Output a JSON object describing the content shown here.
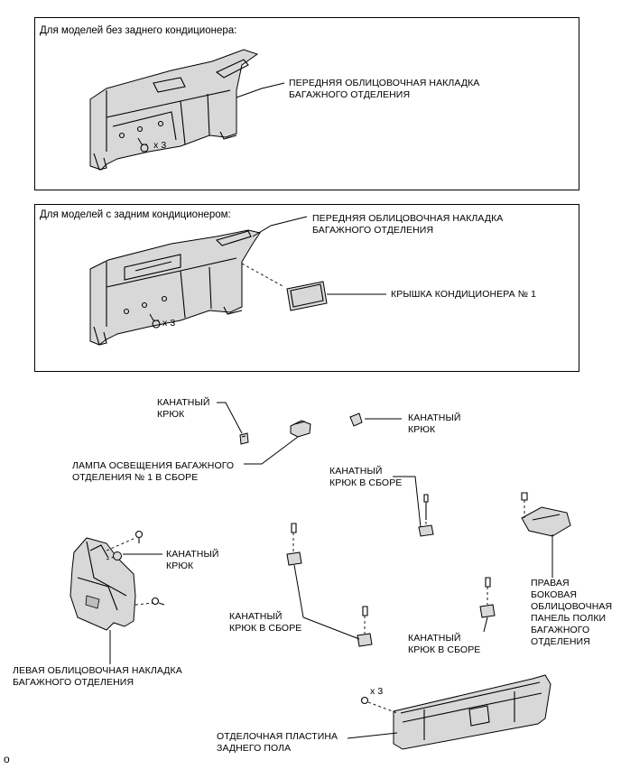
{
  "panel_top": {
    "title": "Для моделей без заднего кондиционера:",
    "label_front_line1": "ПЕРЕДНЯЯ ОБЛИЦОВОЧНАЯ НАКЛАДКА",
    "label_front_line2": "БАГАЖНОГО ОТДЕЛЕНИЯ",
    "clip_count": "x 3"
  },
  "panel_mid": {
    "title": "Для моделей с задним кондиционером:",
    "label_front_line1": "ПЕРЕДНЯЯ ОБЛИЦОВОЧНАЯ НАКЛАДКА",
    "label_front_line2": "БАГАЖНОГО ОТДЕЛЕНИЯ",
    "label_cover": "КРЫШКА КОНДИЦИОНЕРА № 1",
    "clip_count": "x 3"
  },
  "parts": {
    "rope_hook_1_l1": "КАНАТНЫЙ",
    "rope_hook_1_l2": "КРЮК",
    "rope_hook_2_l1": "КАНАТНЫЙ",
    "rope_hook_2_l2": "КРЮК",
    "lamp_l1": "ЛАМПА ОСВЕЩЕНИЯ БАГАЖНОГО",
    "lamp_l2": "ОТДЕЛЕНИЯ № 1 В СБОРЕ",
    "rope_hook_asm_1_l1": "КАНАТНЫЙ",
    "rope_hook_asm_1_l2": "КРЮК В СБОРЕ",
    "rope_hook_3_l1": "КАНАТНЫЙ",
    "rope_hook_3_l2": "КРЮК",
    "right_panel_l1": "ПРАВАЯ",
    "right_panel_l2": "БОКОВАЯ",
    "right_panel_l3": "ОБЛИЦОВОЧНАЯ",
    "right_panel_l4": "ПАНЕЛЬ ПОЛКИ",
    "right_panel_l5": "БАГАЖНОГО",
    "right_panel_l6": "ОТДЕЛЕНИЯ",
    "rope_hook_asm_2_l1": "КАНАТНЫЙ",
    "rope_hook_asm_2_l2": "КРЮК В СБОРЕ",
    "rope_hook_asm_3_l1": "КАНАТНЫЙ",
    "rope_hook_asm_3_l2": "КРЮК В СБОРЕ",
    "left_trim_l1": "ЛЕВАЯ ОБЛИЦОВОЧНАЯ НАКЛАДКА",
    "left_trim_l2": "БАГАЖНОГО ОТДЕЛЕНИЯ",
    "scuff_count": "x 3",
    "scuff_l1": "ОТДЕЛОЧНАЯ ПЛАСТИНА",
    "scuff_l2": "ЗАДНЕГО ПОЛА"
  },
  "corner_mark": "o"
}
